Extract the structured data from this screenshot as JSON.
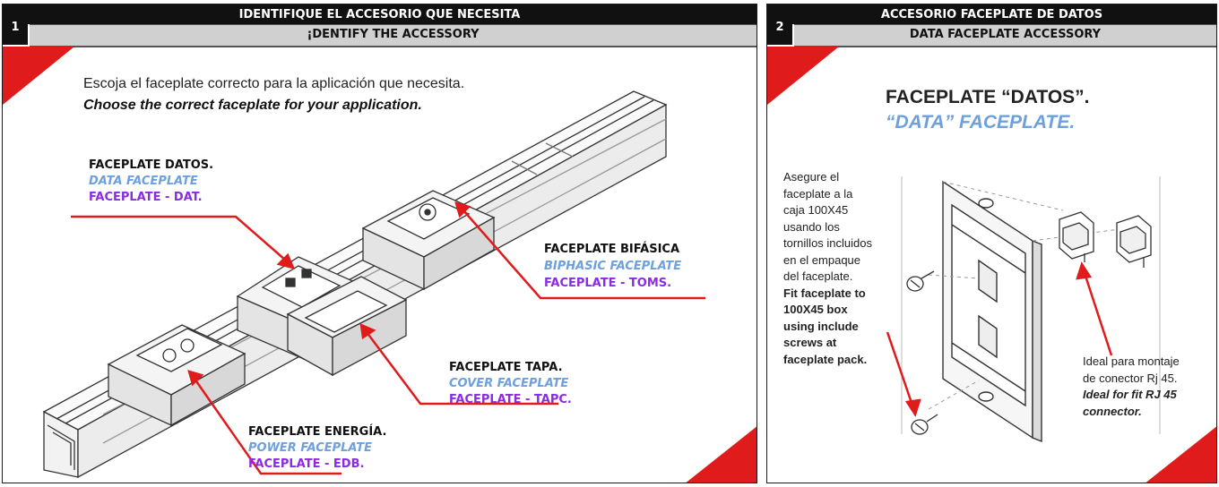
{
  "colors": {
    "accent_red": "#e01b1b",
    "blue_label": "#6ea0dc",
    "purple_label": "#8b2be2",
    "header_black": "#111111",
    "header_grey": "#d0d0d0"
  },
  "panel1": {
    "number": "1",
    "title_es": "IDENTIFIQUE EL ACCESORIO QUE NECESITA",
    "title_en": "¡DENTIFY THE ACCESSORY",
    "intro_es": "Escoja el faceplate correcto para la aplicación que necesita.",
    "intro_en": "Choose the correct faceplate for your application.",
    "labels": {
      "datos": {
        "es": "FACEPLATE DATOS.",
        "en": "DATA FACEPLATE",
        "code": "FACEPLATE - DAT."
      },
      "bifasica": {
        "es": "FACEPLATE BIFÁSICA",
        "en": "BIPHASIC FACEPLATE",
        "code": "FACEPLATE - TOMS."
      },
      "tapa": {
        "es": "FACEPLATE TAPA.",
        "en": "COVER FACEPLATE",
        "code": "FACEPLATE - TAPC."
      },
      "energia": {
        "es": "FACEPLATE ENERGÍA.",
        "en": "POWER FACEPLATE",
        "code": "FACEPLATE - EDB."
      }
    },
    "icons": [
      "raceway-channel-illustration",
      "power-outlet-icon",
      "data-jack-icon",
      "round-socket-icon",
      "cover-plate-icon",
      "red-arrow-icon"
    ]
  },
  "panel2": {
    "number": "2",
    "title_es": "ACCESORIO FACEPLATE DE DATOS",
    "title_en": "DATA FACEPLATE ACCESSORY",
    "heading_es": "FACEPLATE “DATOS”.",
    "heading_en": "“DATA” FACEPLATE.",
    "instructions_es": [
      "Asegure el",
      "faceplate a la",
      "caja 100X45",
      "usando los",
      "tornillos incluidos",
      "en el empaque",
      "del faceplate."
    ],
    "instructions_en": [
      "Fit faceplate to",
      "100X45 box",
      "using include",
      "screws at",
      "faceplate pack."
    ],
    "note_es": [
      "Ideal para montaje",
      "de conector Rj 45."
    ],
    "note_en": [
      "Ideal for fit RJ 45",
      "connector."
    ],
    "icons": [
      "wall-plate-icon",
      "screw-icon",
      "rj45-keystone-icon",
      "red-arrow-icon"
    ]
  }
}
